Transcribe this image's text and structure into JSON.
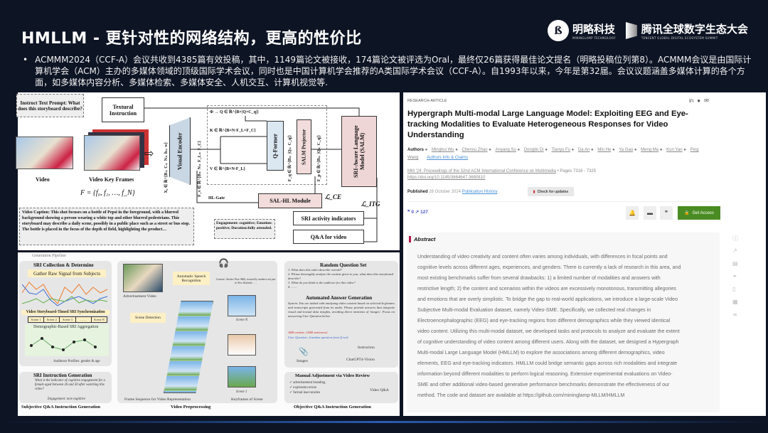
{
  "slide": {
    "title": "HMLLM - 更针对性的网络结构，更高的性价比",
    "bullet": "ACMMM2024（CCF-A）会议共收到4385篇有效投稿，其中，1149篇论文被接收，174篇论文被评选为Oral，最终仅26篇获得最佳论文提名（明略投稿位列第8）。ACMMM会议是由国际计算机学会（ACM）主办的多媒体领域的顶级国际学术会议，同时也是中国计算机学会推荐的A类国际学术会议（CCF-A）。自1993年以来，今年是第32届。会议议题涵盖多媒体计算的各个方面，如多媒体内容分析、多媒体检索、多媒体安全、人机交互、计算机视觉等."
  },
  "logos": {
    "mininglamp_cn": "明略科技",
    "mininglamp_en": "MININGLAMP TECHNOLOGY",
    "tencent_cn": "腾讯全球数字生态大会",
    "tencent_en": "TENCENT GLOBAL DIGITAL ECOSYSTEM SUMMIT"
  },
  "fig1": {
    "prompt": "Instruct Text Prompt: What does this storyboard describe?",
    "textural": "Textural Instruction",
    "video": "Video",
    "keyframes": "Video Key Frames",
    "frames_formula": "F = {f₀, f₁, …, f_N}",
    "x0": "X₀ ∈ ℝ^{B×C×N×h×w}",
    "visual_encoder": "Visual Encoder",
    "fv": "F_v ∈ ℝ^{B×N×F_L×F_C}",
    "q": "Φ → Q ∈ ℝ^{B×|Q×C_q|}",
    "k": "K ∈ ℝ^{B×N·F_L×F_C}",
    "v": "V ∈ ℝ^{B×N·F_L}",
    "qformer": "Q-Former",
    "fq": "F_q ∈ ℝ^{B×|Q×C_q|}",
    "salm_proj": "SALM Projector",
    "fp": "F_p ∈ ℝ^{B×|Q×C_q|}",
    "salm": "SRI-Aware Language Model (SALM)",
    "hl_gate": "HL-Gate",
    "salhl": "SAL-HL Module",
    "lce": "ℒ_CE",
    "litg": "ℒ_ITG",
    "caption": "Video Caption: This shot focuses on a bottle of Pepsi in the foreground, with a blurred background showing a person wearing a white top and other blurred pedestrians. This storyboard may describe a daily scene, possibly in a public place such as a street or bus stop. The bottle is placed in the focus of the depth of field, highlighting the product…",
    "engagement": "Engagement: cognitive; Emotion: positive; Duration:fully attended.",
    "sri": "SRI activity indicators",
    "qa": "Q&A for video"
  },
  "fig2": {
    "pipeline": "Generation Pipeline",
    "sri_collect": "SRI Collection & Determine",
    "gather": "Gather Raw Signal from Subjects",
    "sync": "Video Storyboard-Timed SRI Synchronization",
    "scenes": [
      "Scene 1",
      "Scene 2",
      "Scene 3",
      "……",
      "Scene N"
    ],
    "demo": "Demographic-Based SRI Aggregation",
    "profiles": "Audience Profiles: gender & age",
    "sri_instr": "SRI Instruction Generation",
    "sri_q": "What is the indicator of cognitive engagement for a female aged between 26 and 30 after watching this video?",
    "sri_a": "Engagement: non-cognitive",
    "subjective": "Subjective Q&A Instruction Generation",
    "ad_video": "Advertisement Video",
    "asr": "Automatic Speech Recognition",
    "asr_content": "Content: Anchor Pure Milk, trusted by mothers not just in New Zealand……",
    "scene_det": "Scene Detection",
    "frame_seq": "Frame Sequence for Video Representation",
    "keyframes_scene": "Keyframes of Scene",
    "scene_n": "Scene N",
    "scene_1": "Scene 1",
    "preproc": "Video Preprocessing",
    "rqs": "Random Question Set",
    "questions": [
      "1. What does this video describe overall?",
      "2. Please thoroughly analyze the content given to you, what does this storyboard describe?",
      "3. What do you think is the audience for this video?",
      "4. ……"
    ],
    "aag": "Automated Answer Generation",
    "system": "System: You are tasked with analyzing video content based on selected keyframes and transcripts generated from its audio. Please provide answers that integrate visual and textual data insights, avoiding direct mentions of 'images'. Focus on answering User Question below.",
    "asr_line": "ASR content: [ASR sentences]",
    "user_q": "User Question: [random question from Q-set]",
    "instruction": "Instruction",
    "images": "Images",
    "gpt": "ChatGPT4-Vision",
    "manual": "Manual Adjustment via Video Review",
    "checks": [
      "advertisement branding",
      "expression errors",
      "factual inaccuracies"
    ],
    "video_qa": "Video Q&A",
    "objective": "Objective Q&A Instruction Generation"
  },
  "paper": {
    "type": "RESEARCH-ARTICLE",
    "title": "Hypergraph Multi-modal Large Language Model: Exploiting EEG and Eye-tracking Modalities to Evaluate Heterogeneous Responses for Video Understanding",
    "authors_label": "Authors",
    "authors": [
      "Minghui Wu",
      "Chenxu Zhao",
      "Anyang Su",
      "Donglin Di",
      "Tianyu Fu",
      "Da An",
      "Min He",
      "Ya Gao",
      "Meng Ma",
      "Kun Yan",
      "Ping Wang"
    ],
    "authors_info": "Authors Info & Claims",
    "proceedings": "MM '24: Proceedings of the 32nd ACM International Conference on Multimedia",
    "pages": "• Pages 7316 - 7325",
    "doi": "https://doi.org/10.1145/3664647.3680810",
    "published_label": "Published",
    "published_date": "28 October 2024",
    "pub_history": "Publication History",
    "check_updates": "Check for updates",
    "citations": "0",
    "downloads": "127",
    "get_access": "Get Access",
    "abstract_title": "Abstract",
    "abstract_lines": [
      "Understanding of video creativity and content often varies among individuals, with differences in focal points and",
      "cognitive levels across different ages, experiences, and genders. There is currently a lack of research in this area, and",
      "most existing benchmarks suffer from several drawbacks: 1) a limited number of modalities and answers with",
      "restrictive length; 2) the content and scenarios within the videos are excessively monotonous, transmitting allegories",
      "and emotions that are overly simplistic. To bridge the gap to real-world applications, we introduce a large-scale Video",
      "Subjective Multi-modal Evaluation dataset, namely Video-SME. Specifically, we collected real changes in",
      "Electroencephalographic (EEG) and eye-tracking regions from different demographics while they viewed identical",
      "video content. Utilizing this multi-modal dataset, we developed tasks and protocols to analyze and evaluate the extent",
      "of cognitive understanding of video content among different users. Along with the dataset, we designed a Hypergraph",
      "Multi-modal Large Language Model (HMLLM) to explore the associations among different demographics, video",
      "elements, EEG and eye-tracking indicators. HMLLM could bridge semantic gaps across rich modalities and integrate",
      "information beyond different modalities to perform logical reasoning. Extensive experimental evaluations on Video-",
      "SME and other additional video-based generative performance benchmarks demonstrate the effectiveness of our",
      "method. The code and dataset are available at https://github.com/mininglamp-MLLM/HMLLM"
    ],
    "accent": "#b5174f",
    "access_color": "#4a8c23"
  }
}
